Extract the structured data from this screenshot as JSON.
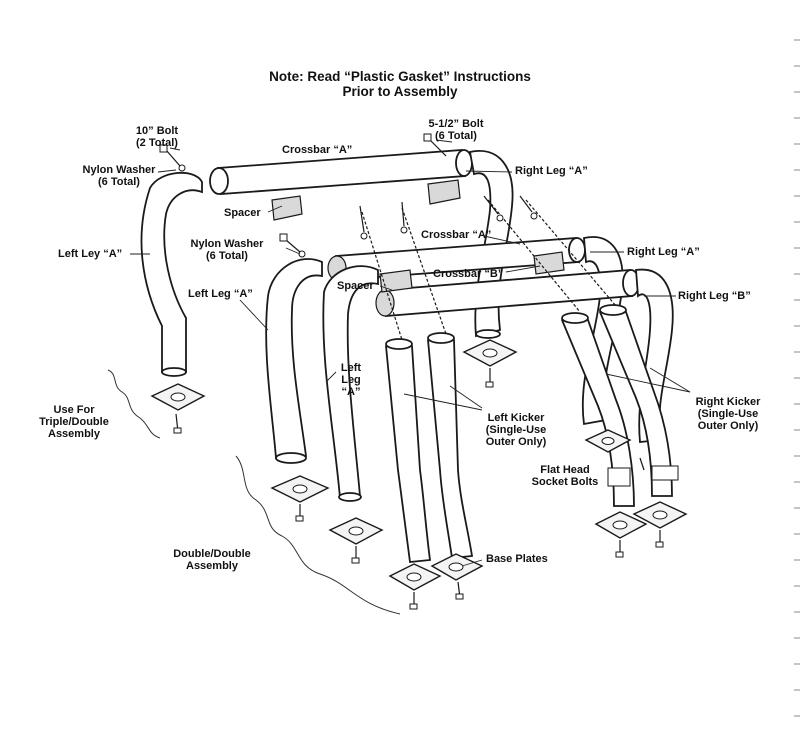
{
  "note": {
    "line1": "Note: Read “Plastic Gasket” Instructions",
    "line2": "Prior to Assembly"
  },
  "labels": {
    "bolt_10": "10” Bolt",
    "bolt_10_count": "(2 Total)",
    "bolt_512": "5-1/2” Bolt",
    "bolt_512_count": "(6 Total)",
    "nylon_washer_top": "Nylon Washer",
    "nylon_washer_top_count": "(6 Total)",
    "crossbar_a_top": "Crossbar “A”",
    "right_leg_a_top": "Right Leg “A”",
    "spacer_top": "Spacer",
    "left_ley_a": "Left Ley “A”",
    "nylon_washer_mid": "Nylon Washer",
    "nylon_washer_mid_count": "(6 Total)",
    "crossbar_a_mid": "Crossbar “A”",
    "right_leg_a_mid": "Right Leg “A”",
    "crossbar_b": "Crossbar “B”",
    "left_leg_a_mid": "Left Leg “A”",
    "spacer_mid": "Spacer",
    "right_leg_b": "Right Leg “B”",
    "left_leg_a_front_1": "Left",
    "left_leg_a_front_2": "Leg",
    "left_leg_a_front_3": "“A”",
    "use_for_1": "Use For",
    "use_for_2": "Triple/Double",
    "use_for_3": "Assembly",
    "left_kicker_1": "Left Kicker",
    "left_kicker_2": "(Single-Use",
    "left_kicker_3": "Outer Only)",
    "right_kicker_1": "Right Kicker",
    "right_kicker_2": "(Single-Use",
    "right_kicker_3": "Outer Only)",
    "flat_head_1": "Flat Head",
    "flat_head_2": "Socket Bolts",
    "double_double_1": "Double/Double",
    "double_double_2": "Assembly",
    "base_plates": "Base Plates"
  },
  "colors": {
    "line": "#1a1a1a",
    "background": "#ffffff"
  }
}
